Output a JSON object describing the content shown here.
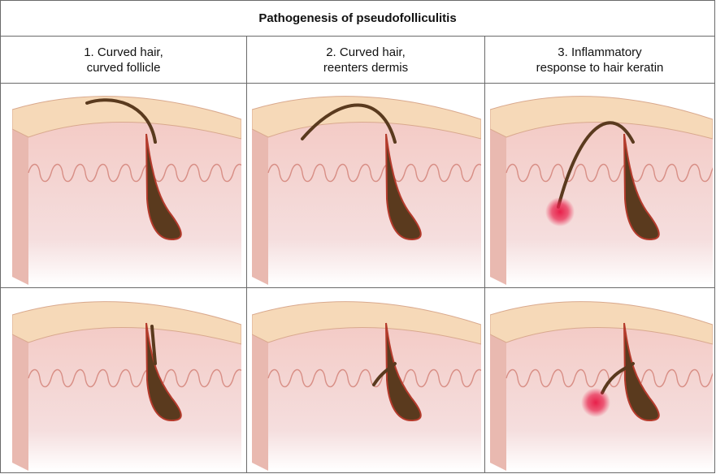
{
  "figure": {
    "title": "Pathogenesis of pseudofolliculitis",
    "columns": [
      {
        "heading": "1. Curved hair,\ncurved follicle"
      },
      {
        "heading": "2. Curved hair,\nreenters dermis"
      },
      {
        "heading": "3. Inflammatory\nresponse to hair keratin"
      }
    ]
  },
  "colors": {
    "border": "#6a6a6a",
    "epidermis": "#f6d9b8",
    "dermis": "#f3c8c2",
    "deep_dermis": "#f5dede",
    "hair": "#5a3a1e",
    "follicle_sheath": "#b43b2c",
    "inflammation": "#e8204a"
  }
}
